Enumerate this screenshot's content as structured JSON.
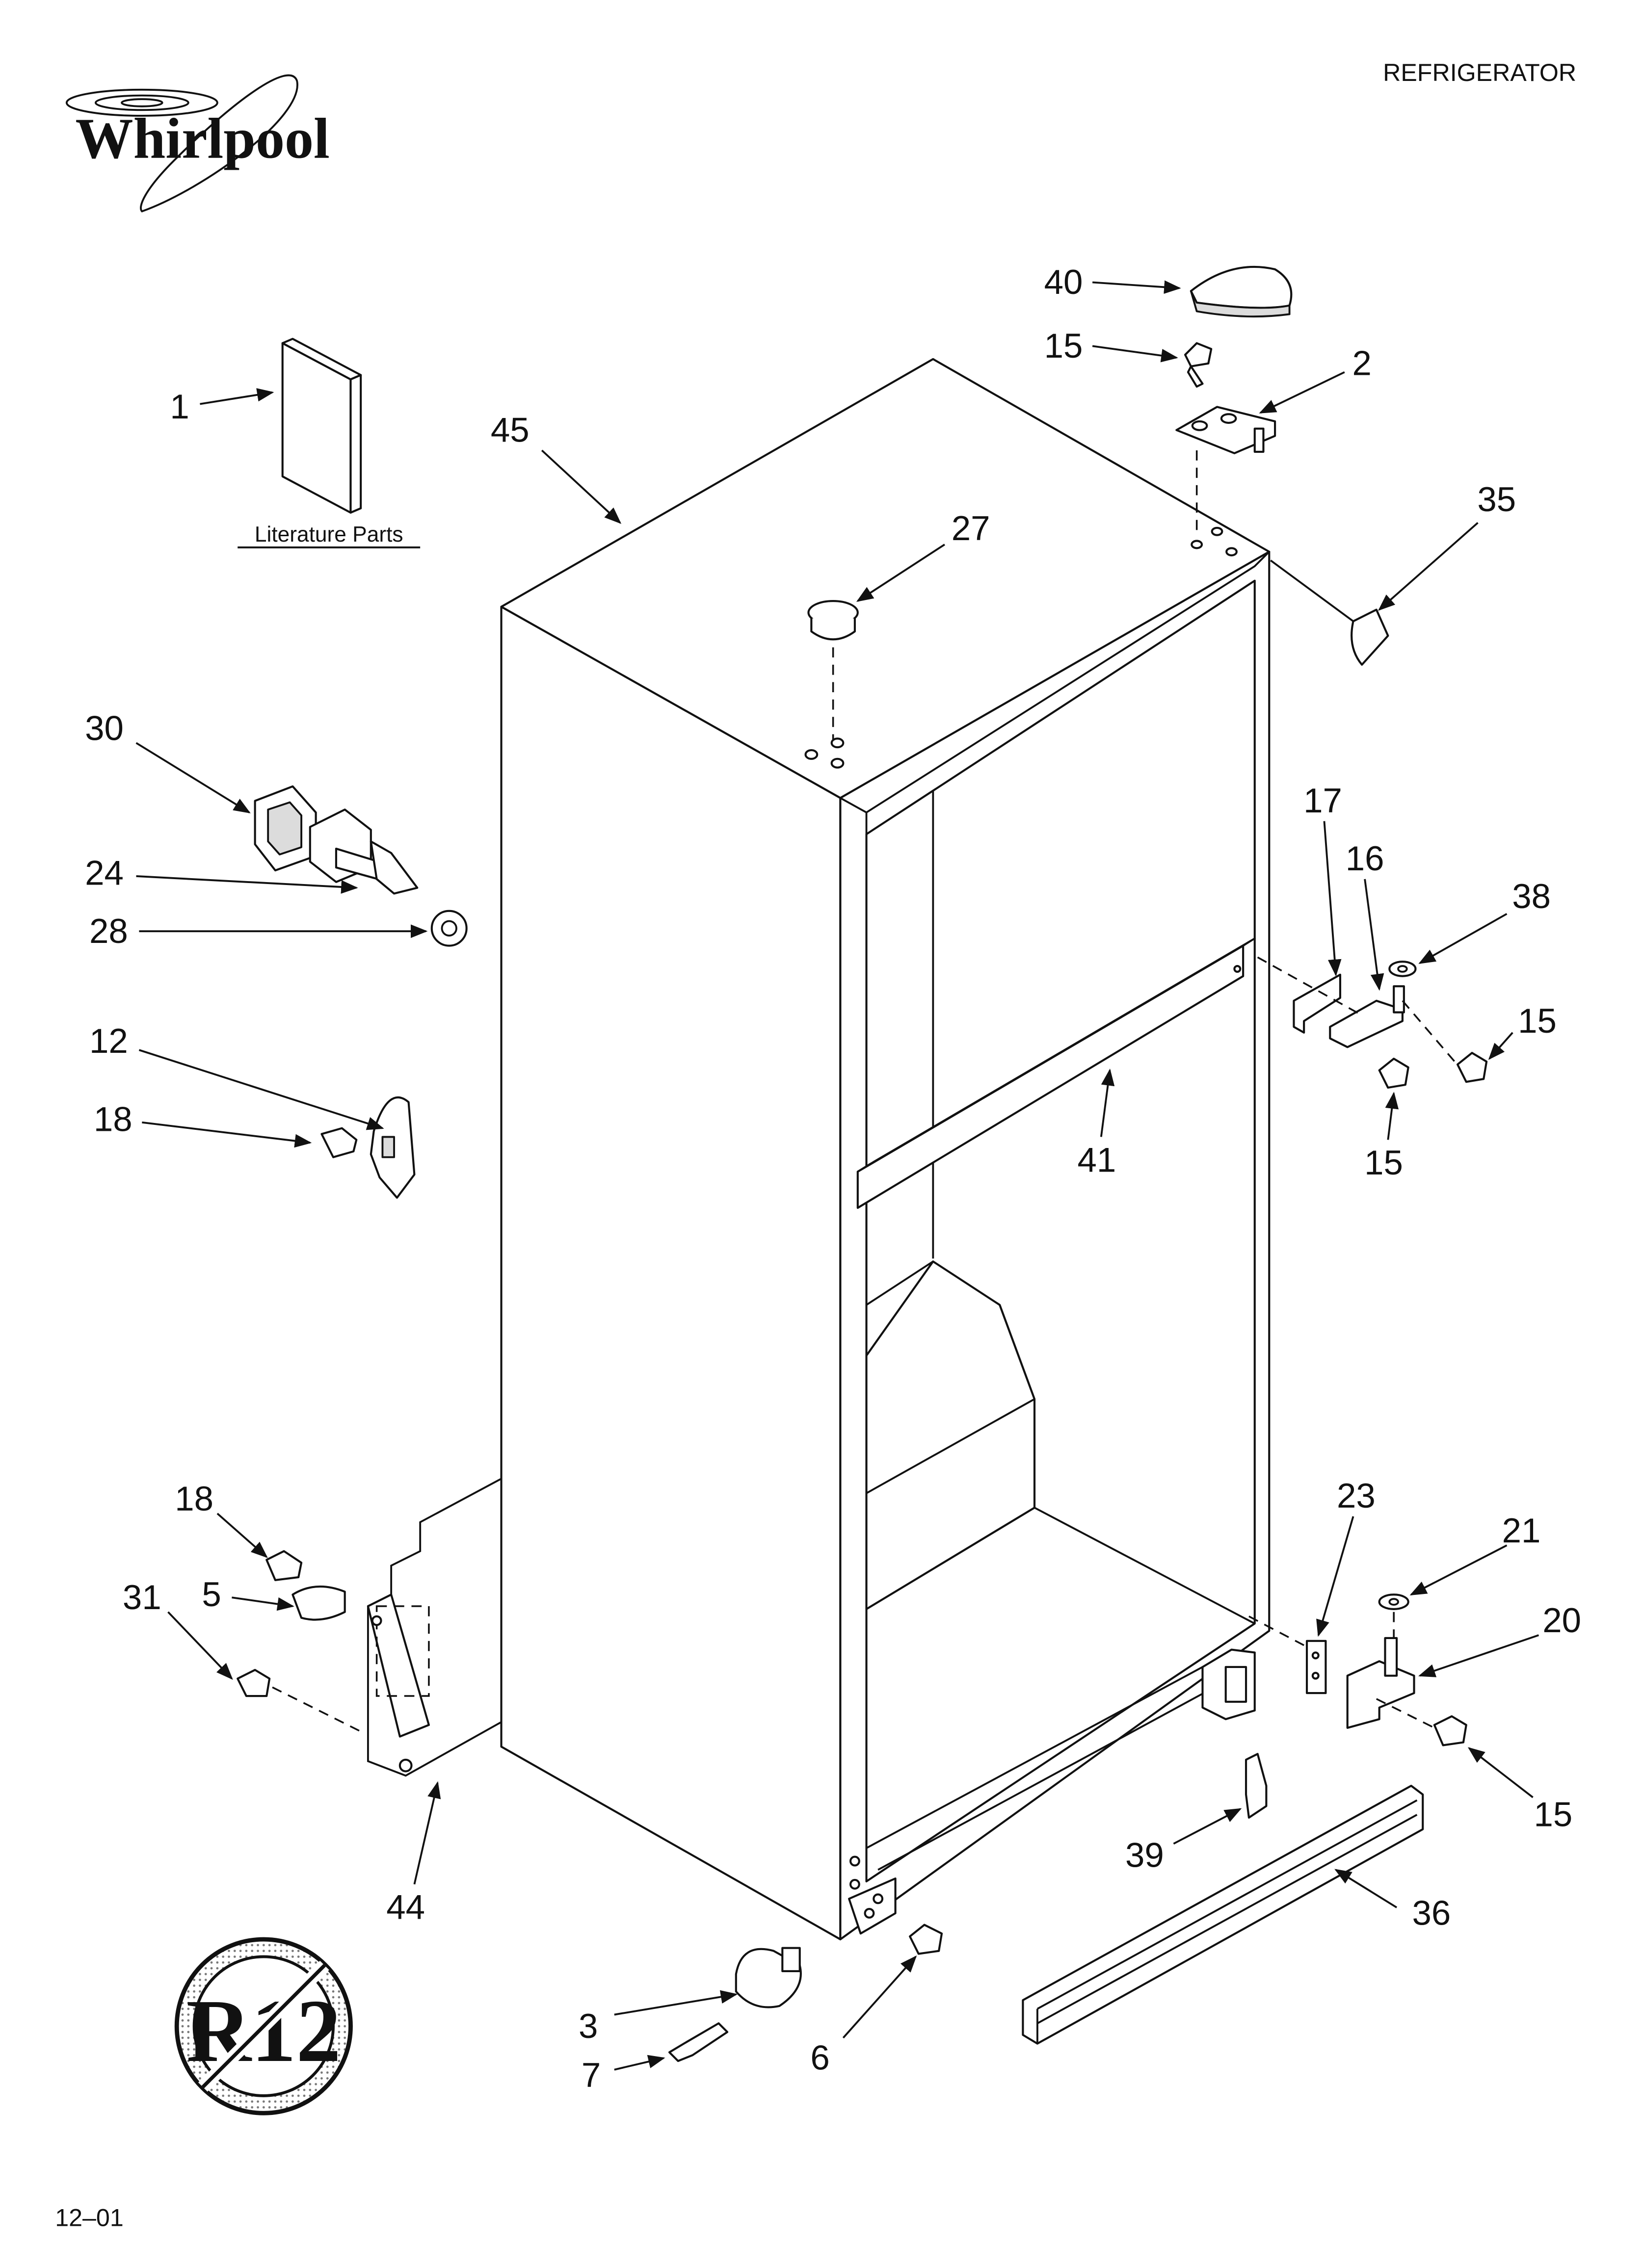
{
  "header": {
    "product": "REFRIGERATOR",
    "brand": "Whirlpool",
    "date_code": "12–01"
  },
  "literature": {
    "caption": "Literature Parts"
  },
  "symbol": {
    "text": "R12",
    "icon": "no-r12-icon"
  },
  "callouts": {
    "c1": "1",
    "c45": "45",
    "c27": "27",
    "c40": "40",
    "c15a": "15",
    "c2": "2",
    "c35": "35",
    "c30": "30",
    "c24": "24",
    "c28": "28",
    "c12": "12",
    "c18a": "18",
    "c17": "17",
    "c16": "16",
    "c38": "38",
    "c15b": "15",
    "c15c": "15",
    "c41": "41",
    "c23": "23",
    "c21": "21",
    "c20": "20",
    "c15d": "15",
    "c18b": "18",
    "c5": "5",
    "c31": "31",
    "c44": "44",
    "c39": "39",
    "c36": "36",
    "c3": "3",
    "c7": "7",
    "c6": "6"
  },
  "colors": {
    "line": "#111111",
    "paper": "#ffffff",
    "shade": "#dcdcdc"
  }
}
